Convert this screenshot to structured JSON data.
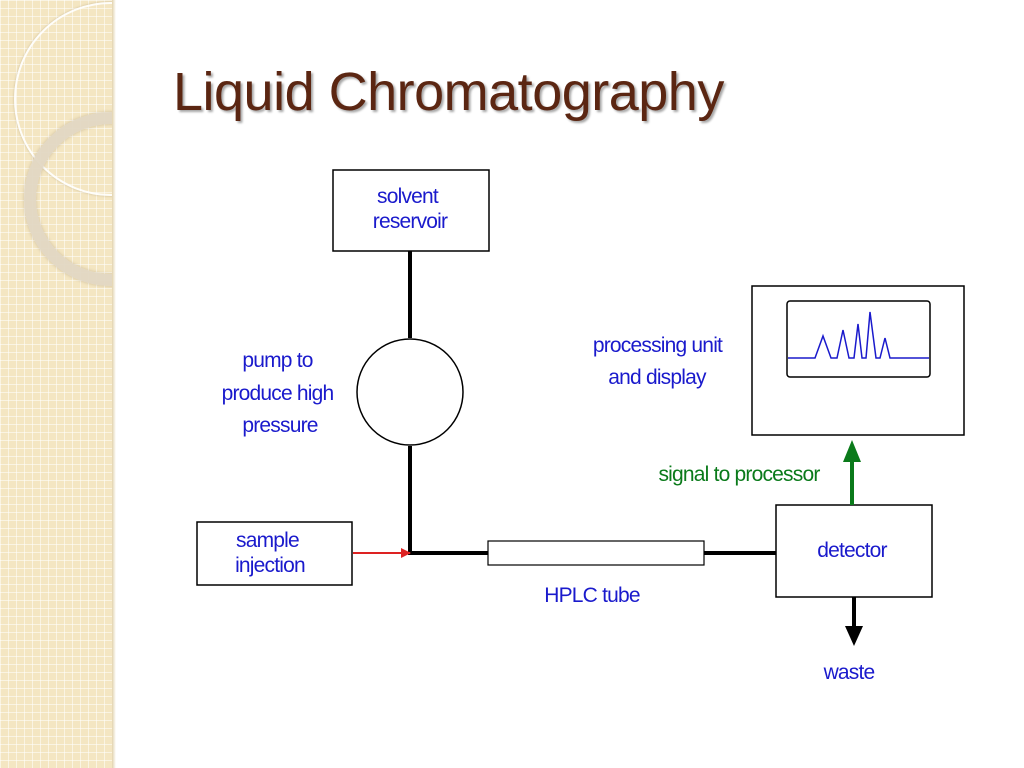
{
  "title": "Liquid Chromatography",
  "diagram": {
    "solvent_reservoir": [
      "solvent",
      "reservoir"
    ],
    "pump": [
      "pump to",
      "produce high",
      "pressure"
    ],
    "sample_injection": [
      "sample",
      "injection"
    ],
    "hplc_tube": "HPLC tube",
    "detector": "detector",
    "processing_unit": [
      "processing unit",
      "and display"
    ],
    "signal": "signal to processor",
    "waste": "waste"
  },
  "colors": {
    "title": "#5b2612",
    "label": "#1a1acc",
    "signal": "#0a7a1a",
    "injection_arrow": "#dd2222",
    "line": "#000000"
  }
}
